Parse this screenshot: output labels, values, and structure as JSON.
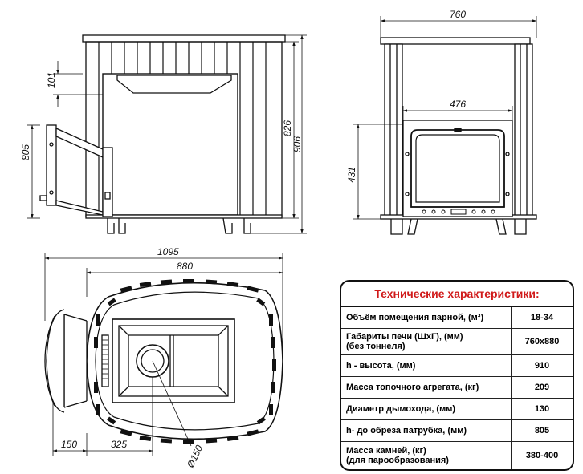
{
  "dimensions": {
    "front_top": "101",
    "front_height_left": "805",
    "front_height_826": "826",
    "front_height_906": "906",
    "side_width": "760",
    "door_width": "476",
    "door_height": "431",
    "plan_length": "1095",
    "plan_body": "880",
    "plan_tunnel": "150",
    "plan_offset": "325",
    "flue_diameter": "Ø150"
  },
  "spec": {
    "title": "Технические характеристики:",
    "rows": [
      {
        "param": "Объём помещения парной, (м³)",
        "param2": "",
        "value": "18-34"
      },
      {
        "param": "Габариты печи (ШхГ), (мм)",
        "param2": "(без тоннеля)",
        "value": "760х880"
      },
      {
        "param": "h - высота, (мм)",
        "param2": "",
        "value": "910"
      },
      {
        "param": "Масса топочного агрегата, (кг)",
        "param2": "",
        "value": "209"
      },
      {
        "param": "Диаметр дымохода, (мм)",
        "param2": "",
        "value": "130"
      },
      {
        "param": "h- до обреза патрубка, (мм)",
        "param2": "",
        "value": "805"
      },
      {
        "param": "Масса камней, (кг)",
        "param2": "(для парообразования)",
        "value": "380-400"
      }
    ]
  }
}
